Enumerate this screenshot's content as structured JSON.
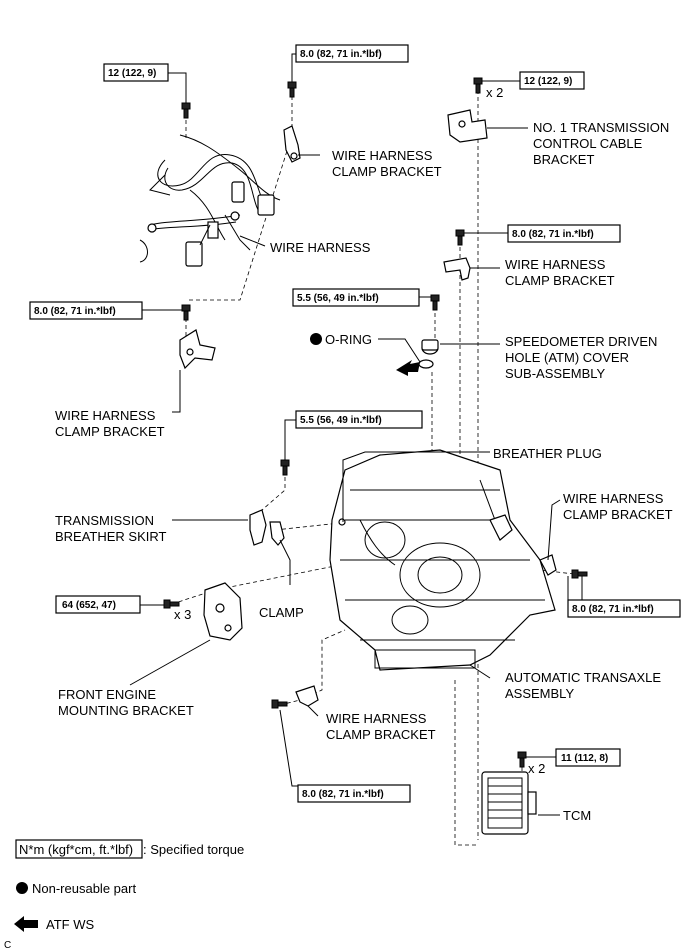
{
  "labels": {
    "wire_harness_clamp_bracket": "WIRE HARNESS CLAMP BRACKET",
    "wire_harness": "WIRE HARNESS",
    "no1_bracket": "NO. 1 TRANSMISSION CONTROL CABLE BRACKET",
    "o_ring": "O-RING",
    "speedometer": "SPEEDOMETER DRIVEN HOLE (ATM) COVER SUB-ASSEMBLY",
    "breather_plug": "BREATHER PLUG",
    "breather_skirt": "TRANSMISSION BREATHER SKIRT",
    "clamp": "CLAMP",
    "front_engine_mounting": "FRONT ENGINE MOUNTING BRACKET",
    "automatic_transaxle": "AUTOMATIC TRANSAXLE ASSEMBLY",
    "tcm": "TCM",
    "x2": "x 2",
    "x3": "x 3",
    "corner_mark": "C"
  },
  "lines": {
    "wh_clamp_1": [
      "WIRE HARNESS",
      "CLAMP BRACKET"
    ],
    "no1_bracket": [
      "NO. 1 TRANSMISSION",
      "CONTROL CABLE",
      "BRACKET"
    ],
    "wh_clamp_2": [
      "WIRE HARNESS",
      "CLAMP BRACKET"
    ],
    "speedometer": [
      "SPEEDOMETER DRIVEN",
      "HOLE (ATM) COVER",
      "SUB-ASSEMBLY"
    ],
    "wh_clamp_3": [
      "WIRE HARNESS",
      "CLAMP BRACKET"
    ],
    "breather_skirt": [
      "TRANSMISSION",
      "BREATHER SKIRT"
    ],
    "wh_clamp_4": [
      "WIRE HARNESS",
      "CLAMP BRACKET"
    ],
    "front_engine": [
      "FRONT ENGINE",
      "MOUNTING BRACKET"
    ],
    "automatic_transaxle": [
      "AUTOMATIC TRANSAXLE",
      "ASSEMBLY"
    ],
    "wh_clamp_5": [
      "WIRE HARNESS",
      "CLAMP BRACKET"
    ]
  },
  "torques": {
    "t_12_a": "12 (122, 9)",
    "t_8_a": "8.0 (82, 71 in.*lbf)",
    "t_12_b": "12 (122, 9)",
    "t_8_b": "8.0 (82, 71 in.*lbf)",
    "t_55_a": "5.5 (56, 49 in.*lbf)",
    "t_8_c": "8.0 (82, 71 in.*lbf)",
    "t_55_b": "5.5 (56, 49 in.*lbf)",
    "t_64": "64 (652, 47)",
    "t_8_d": "8.0 (82, 71 in.*lbf)",
    "t_11": "11 (112, 8)",
    "t_8_e": "8.0 (82, 71 in.*lbf)"
  },
  "legend": {
    "torque_unit": "N*m (kgf*cm, ft.*lbf)",
    "torque_desc": ": Specified torque",
    "non_reusable": "Non-reusable part",
    "atf": "ATF WS"
  }
}
